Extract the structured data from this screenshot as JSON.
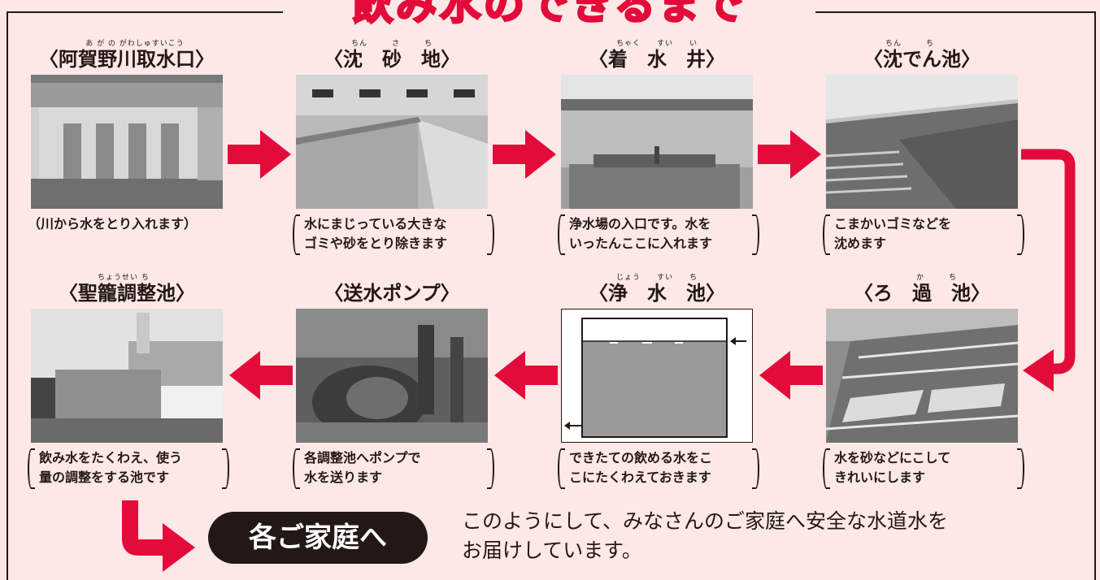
{
  "title": "飲み水のできるまで",
  "stations": [
    {
      "id": "agano-intake",
      "name": "〈阿賀野川取水口〉",
      "ruby": "あ が の がわしゅすいこう",
      "caption": [
        "（川から水をとり入れます）"
      ],
      "paren": false
    },
    {
      "id": "sedimentation-sand",
      "name": "〈沈　砂　地〉",
      "ruby": "ちん　　　さ　　　ち",
      "caption": [
        "水にまじっている大きな",
        "ゴミや砂をとり除きます"
      ],
      "paren": true
    },
    {
      "id": "receiving-well",
      "name": "〈着　水　井〉",
      "ruby": "ちゃく　　すい　　い",
      "caption": [
        "浄水場の入口です。水を",
        "いったんここに入れます"
      ],
      "paren": true
    },
    {
      "id": "settling-basin",
      "name": "〈沈でん池〉",
      "ruby": "ちん　　　ち",
      "caption": [
        "こまかいゴミなどを",
        "沈めます"
      ],
      "paren": true
    },
    {
      "id": "filter-basin",
      "name": "〈ろ　過　池〉",
      "ruby": "か　　　ち",
      "caption": [
        "水を砂などにこして",
        "きれいにします"
      ],
      "paren": true
    },
    {
      "id": "clear-water-reservoir",
      "name": "〈浄　水　池〉",
      "ruby": "じょう　　すい　　ち",
      "caption": [
        "できたての飲める水をこ",
        "こにたくわえておきます"
      ],
      "paren": true
    },
    {
      "id": "pump",
      "name": "〈送水ポンプ〉",
      "ruby": "",
      "caption": [
        "各調整池へポンプで",
        "水を送ります"
      ],
      "paren": true
    },
    {
      "id": "seiro-reservoir",
      "name": "〈聖籠調整池〉",
      "ruby": "ちょうせい ち",
      "caption": [
        "飲み水をたくわえ、使う",
        "量の調整をする池です"
      ],
      "paren": true
    }
  ],
  "home_label": "各ご家庭へ",
  "closing": [
    "このようにして、みなさんのご家庭へ安全な水道水を",
    "お届けしています。"
  ],
  "colors": {
    "accent": "#e30b3a",
    "background": "#fce8e6",
    "ink": "#231815"
  },
  "icons": {
    "arrow": "red-arrow-icon"
  }
}
